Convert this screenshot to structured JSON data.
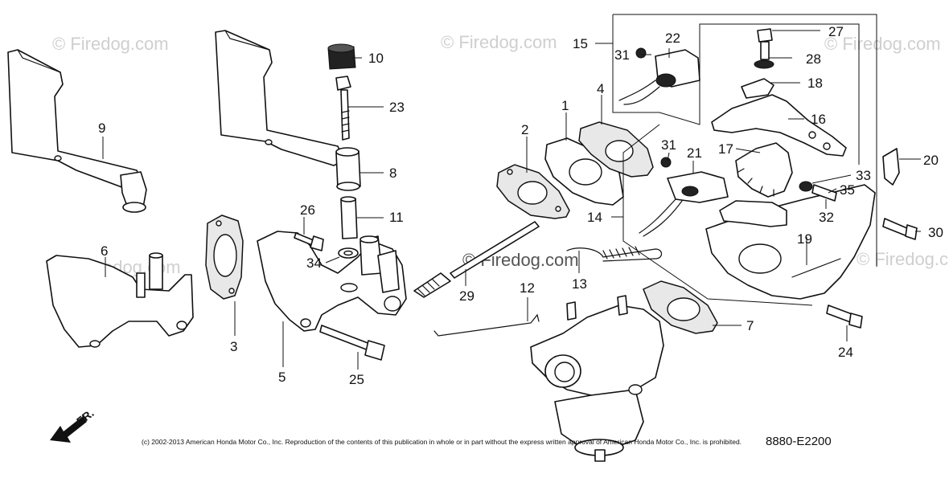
{
  "watermark": "© Firedog.com",
  "watermark_inline": "Firedog.com",
  "copyright": "(c) 2002-2013 American Honda Motor Co., Inc. Reproduction of the contents of this publication in whole or in part without the express written approval of American Honda Motor Co., Inc. is prohibited.",
  "diagram_code": "8880-E2200",
  "front_arrow": "FR.",
  "callouts": {
    "c1": "1",
    "c2": "2",
    "c3": "3",
    "c4": "4",
    "c5": "5",
    "c6": "6",
    "c7": "7",
    "c8": "8",
    "c9": "9",
    "c10": "10",
    "c11": "11",
    "c12": "12",
    "c13": "13",
    "c14": "14",
    "c15": "15",
    "c16": "16",
    "c17": "17",
    "c18": "18",
    "c19": "19",
    "c20": "20",
    "c21": "21",
    "c22": "22",
    "c23": "23",
    "c24": "24",
    "c25": "25",
    "c26": "26",
    "c27": "27",
    "c28": "28",
    "c29": "29",
    "c30": "30",
    "c31a": "31",
    "c31b": "31",
    "c32": "32",
    "c33": "33",
    "c34": "34",
    "c35": "35"
  }
}
